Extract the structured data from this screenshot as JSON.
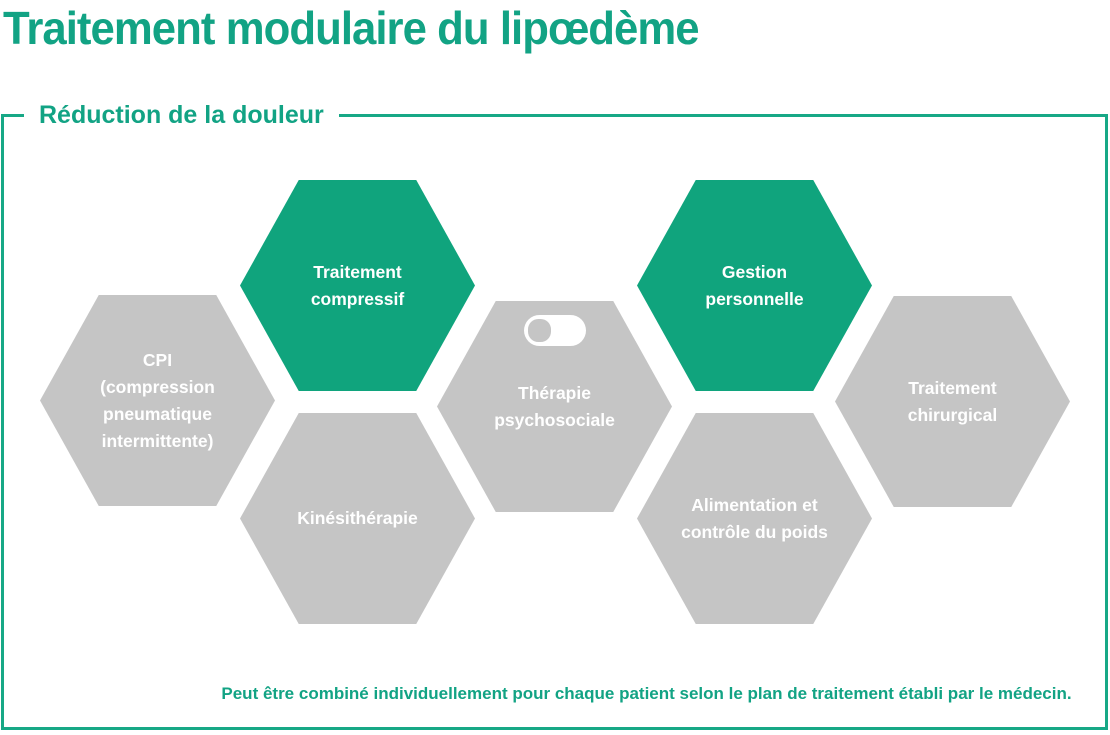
{
  "title": "Traitement modulaire du lipœdème",
  "frame": {
    "legend": "Réduction de la douleur"
  },
  "hexagons": [
    {
      "id": "cpi",
      "label": "CPI\n(compression\npneumatique\nintermittente)",
      "variant": "gray"
    },
    {
      "id": "compression-therapy",
      "label": "Traitement\ncompressif",
      "variant": "green"
    },
    {
      "id": "physiotherapy",
      "label": "Kinésithérapie",
      "variant": "gray"
    },
    {
      "id": "psychosocial-therapy",
      "label": "Thérapie\npsychosociale",
      "variant": "gray",
      "icon": "toggle-off-icon"
    },
    {
      "id": "self-management",
      "label": "Gestion\npersonnelle",
      "variant": "green"
    },
    {
      "id": "nutrition-weight-control",
      "label": "Alimentation et\ncontrôle du poids",
      "variant": "gray"
    },
    {
      "id": "surgical-treatment",
      "label": "Traitement\nchirurgical",
      "variant": "gray"
    }
  ],
  "footer": {
    "note": "Peut être combiné individuellement pour chaque patient selon le plan de traitement établi par le médecin."
  },
  "colors": {
    "accent": "#12a384",
    "frame-border": "#17a886",
    "hex-green": "#10a47d",
    "hex-gray": "#c5c5c5",
    "text-on-hex": "#ffffff"
  }
}
